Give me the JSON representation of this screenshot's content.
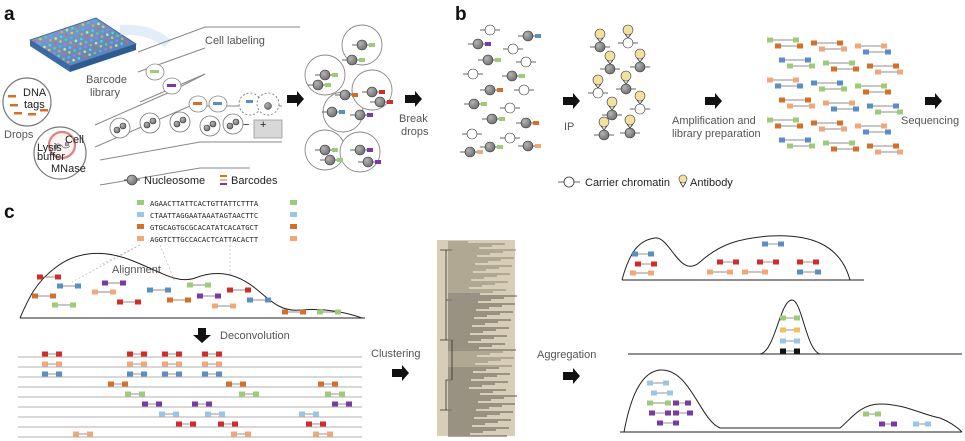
{
  "panels": {
    "a": "a",
    "b": "b",
    "c": "c"
  },
  "panel_a": {
    "cell_labeling": "Cell labeling",
    "barcode_library": [
      "Barcode",
      "library"
    ],
    "dna_tags": [
      "DNA",
      "tags"
    ],
    "drops": "Drops",
    "cell": "Cell",
    "lysis_buffer": [
      "Lysis",
      "buffer"
    ],
    "mnase": "MNase",
    "break_drops": [
      "Break",
      "drops"
    ],
    "legend_nucleosome": "Nucleosome",
    "legend_barcodes": "Barcodes",
    "electrode_minus": "−",
    "electrode_plus": "+"
  },
  "panel_b": {
    "ip": "IP",
    "amplification": [
      "Amplification and",
      "library preparation"
    ],
    "sequencing": "Sequencing",
    "legend_carrier": "Carrier chromatin",
    "legend_antibody": "Antibody"
  },
  "panel_c": {
    "sequences": [
      "AGAACTTATTCACTGTTATTCTTTA",
      "CTAATTAGGAATAAATAGTAACTTC",
      "GTGCAGTGCGCACATATCACATGCT",
      "AGGTCTTGCCACACTCATTACACTT"
    ],
    "alignment": "Alignment",
    "deconvolution": "Deconvolution",
    "clustering": "Clustering",
    "aggregation": "Aggregation"
  },
  "colors": {
    "barcode_green": "#9ccc7a",
    "barcode_blue": "#5a8fc4",
    "barcode_orange": "#d4702a",
    "barcode_peach": "#f0a878",
    "barcode_red": "#d42a2a",
    "barcode_purple": "#7a3aa4",
    "barcode_lightblue": "#9cc4e4",
    "nucleosome": "#8c8c8c",
    "antibody": "#f2e2a0",
    "dendrogram": "#b7ab92"
  }
}
